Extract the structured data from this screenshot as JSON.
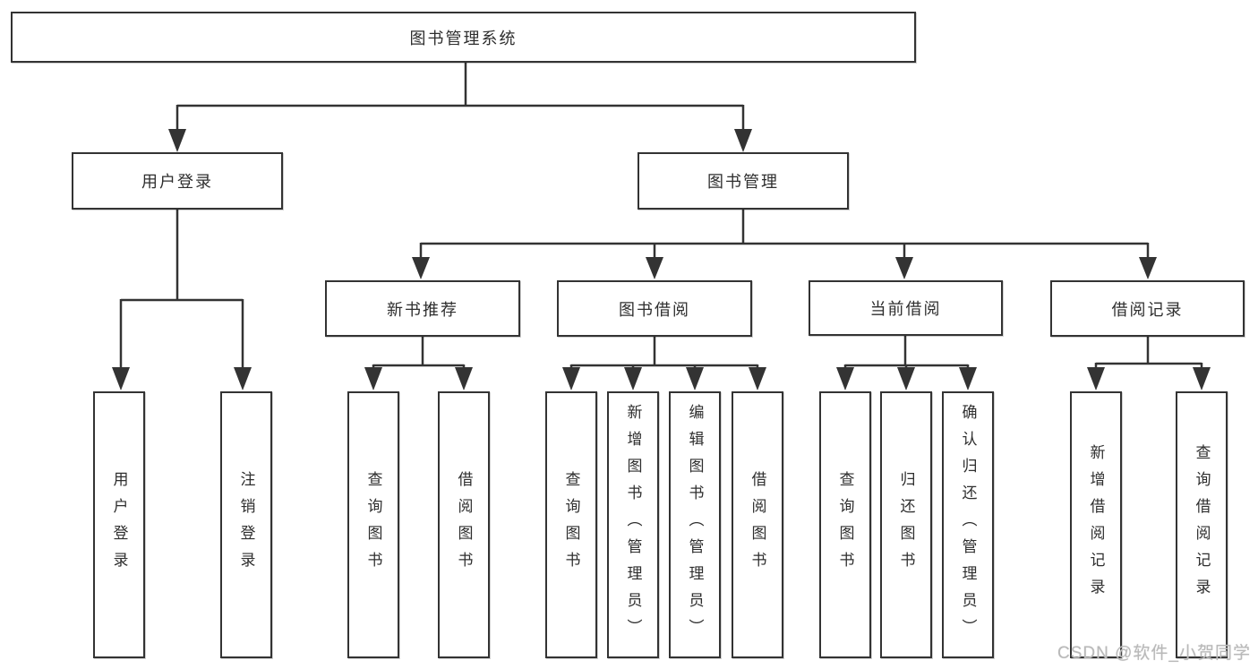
{
  "diagram": {
    "title_node": "图书管理系统",
    "nodes": {
      "root": "图书管理系统",
      "user_login": "用户登录",
      "book_mgmt": "图书管理",
      "new_book_rec": "新书推荐",
      "book_borrow": "图书借阅",
      "current_borrow": "当前借阅",
      "borrow_records": "借阅记录",
      "leaf_user_login": "用户登录",
      "leaf_logout": "注销登录",
      "leaf_query_book_1": "查询图书",
      "leaf_borrow_book_1": "借阅图书",
      "leaf_query_book_2": "查询图书",
      "leaf_add_book": "新增图书（管理员）",
      "leaf_edit_book": "编辑图书（管理员）",
      "leaf_borrow_book_2": "借阅图书",
      "leaf_query_book_3": "查询图书",
      "leaf_return_book": "归还图书",
      "leaf_confirm_return": "确认归还（管理员）",
      "leaf_add_record": "新增借阅记录",
      "leaf_query_record": "查询借阅记录"
    },
    "hierarchy": {
      "图书管理系统": {
        "用户登录": [
          "用户登录",
          "注销登录"
        ],
        "图书管理": {
          "新书推荐": [
            "查询图书",
            "借阅图书"
          ],
          "图书借阅": [
            "查询图书",
            "新增图书（管理员）",
            "编辑图书（管理员）",
            "借阅图书"
          ],
          "当前借阅": [
            "查询图书",
            "归还图书",
            "确认归还（管理员）"
          ],
          "借阅记录": [
            "新增借阅记录",
            "查询借阅记录"
          ]
        }
      }
    },
    "colors": {
      "line": "#333333",
      "box_border": "#333333",
      "text": "#2e2e2e",
      "watermark": "#b9b9b9",
      "background": "#ffffff"
    },
    "watermark": "CSDN @软件_小贺同学"
  }
}
